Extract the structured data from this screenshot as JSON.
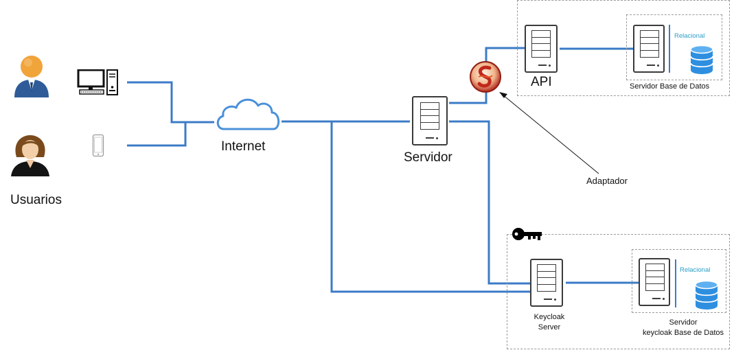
{
  "labels": {
    "users": "Usuarios",
    "internet": "Internet",
    "server": "Servidor",
    "api": "API",
    "adapter": "Adaptador",
    "db_server_top": "Servidor Base de Datos",
    "relational_top": "Relacional",
    "keycloak_server": [
      "Keycloak",
      "Server"
    ],
    "db_server_bottom": [
      "Servidor",
      "keycloak Base de Datos"
    ],
    "relational_bottom": "Relacional"
  },
  "icons": {
    "user_male": "user-male-icon",
    "user_female": "user-female-icon",
    "desktop": "desktop-computer-icon",
    "phone": "mobile-phone-icon",
    "cloud": "cloud-icon",
    "server": "server-icon",
    "database": "database-icon",
    "adapter_logo": "adapter-logo-icon",
    "key": "key-icon"
  },
  "colors": {
    "wire": "#3b7bc7",
    "database": "#2e8fe0",
    "cloud": "#4a90d9",
    "relational_text": "#2a9fc6"
  }
}
